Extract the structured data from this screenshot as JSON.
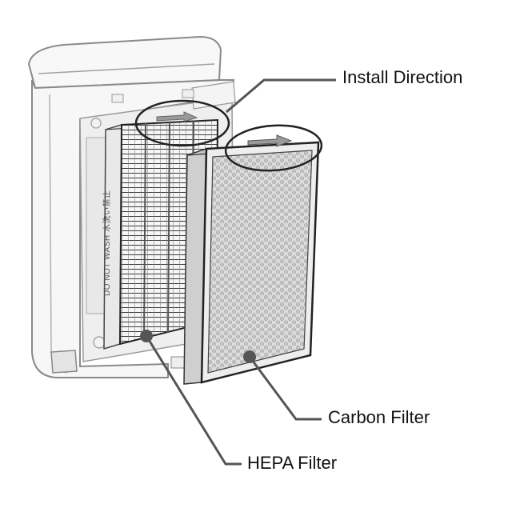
{
  "labels": {
    "install_direction": "Install Direction",
    "carbon_filter": "Carbon Filter",
    "hepa_filter": "HEPA Filter"
  },
  "hepa_side_print": {
    "english": "DO NOT WASH",
    "japanese": "水洗い禁止"
  },
  "colors": {
    "outline": "#333333",
    "body_fill": "#f7f7f7",
    "carbon_fill": "#d9d9d9",
    "hepa_fill": "#f4f4f4",
    "leader": "#555555"
  }
}
